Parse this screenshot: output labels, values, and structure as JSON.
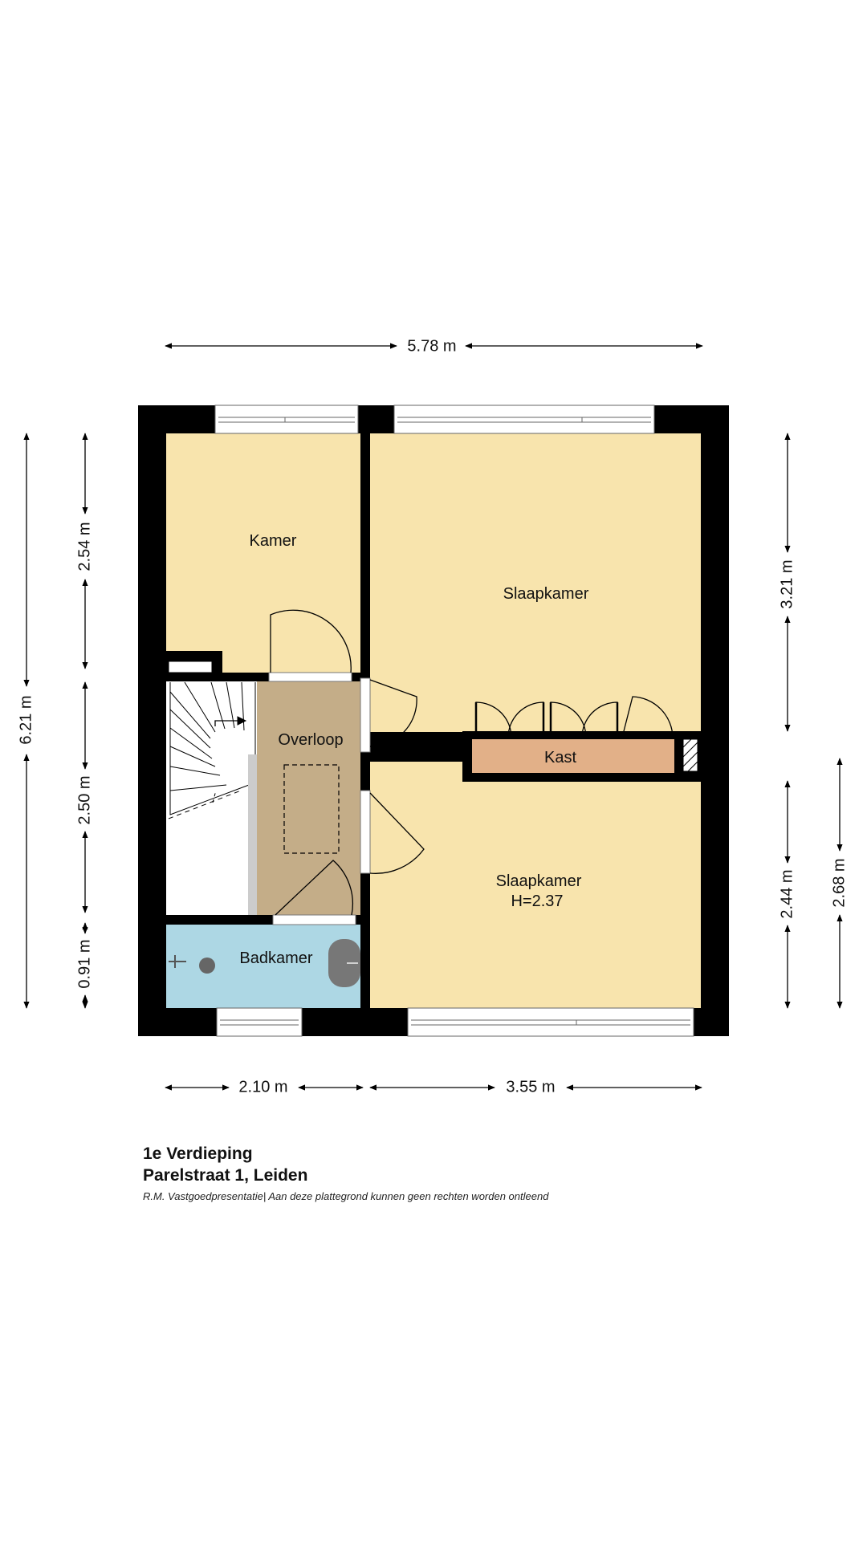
{
  "colors": {
    "wall": "#000000",
    "room_fill": "#f8e4ad",
    "landing_fill": "#c4ad88",
    "closet_fill": "#e2b088",
    "bathroom_fill": "#add7e4",
    "stair_fill": "#ffffff"
  },
  "rooms": {
    "kamer": "Kamer",
    "slaapkamer_top": "Slaapkamer",
    "overloop": "Overloop",
    "kast": "Kast",
    "slaapkamer_bottom": "Slaapkamer",
    "slaapkamer_bottom_height": "H=2.37",
    "badkamer": "Badkamer"
  },
  "dimensions": {
    "total_width": "5.78 m",
    "total_depth": "6.21 m",
    "kamer_depth": "2.54 m",
    "overloop_depth": "2.50 m",
    "badkamer_depth": "0.91 m",
    "slaapkamer_top_depth": "3.21 m",
    "slaapkamer_bottom_depth": "2.44 m",
    "right_section_depth": "2.68 m",
    "left_width": "2.10 m",
    "right_width": "3.55 m"
  },
  "caption": {
    "floor": "1e Verdieping",
    "address": "Parelstraat 1,  Leiden",
    "disclaimer": "R.M. Vastgoedpresentatie| Aan deze plattegrond kunnen geen rechten worden ontleend"
  }
}
